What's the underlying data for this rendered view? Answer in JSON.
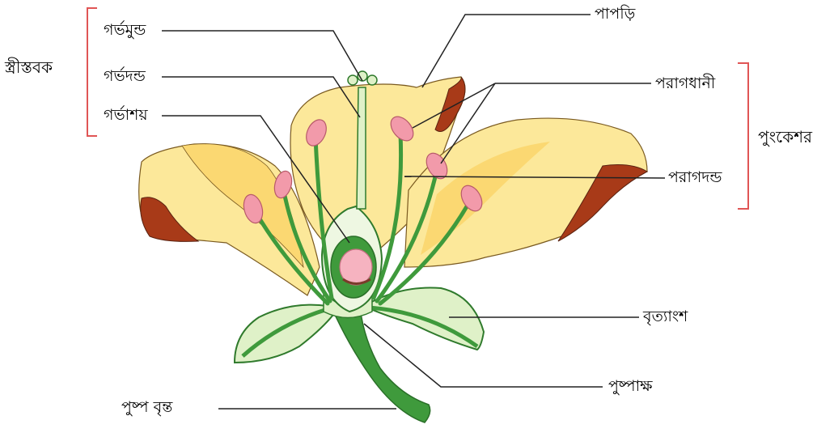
{
  "labels": {
    "stigma": "গর্ভমুন্ড",
    "style": "গর্ভদন্ড",
    "ovary": "গর্ভাশয়",
    "gynoecium": "স্ত্রীস্তবক",
    "petal": "পাপড়ি",
    "anther": "পরাগধানী",
    "filament": "পরাগদন্ড",
    "androecium": "পুংকেশর",
    "sepal": "বৃত্যাংশ",
    "receptacle": "পুষ্পাক্ষ",
    "pedicel": "পুষ্প বৃন্ত"
  },
  "colors": {
    "petal_fill": "#fce89a",
    "petal_shade": "#fbd872",
    "petal_edge": "#a83a18",
    "stem_green": "#3f9a3c",
    "sepal_light": "#dff1c8",
    "anther_pink": "#f29aaa",
    "ovule_pink": "#f6b3c0",
    "bracket_red": "#e05555",
    "leader_line": "#222222"
  }
}
